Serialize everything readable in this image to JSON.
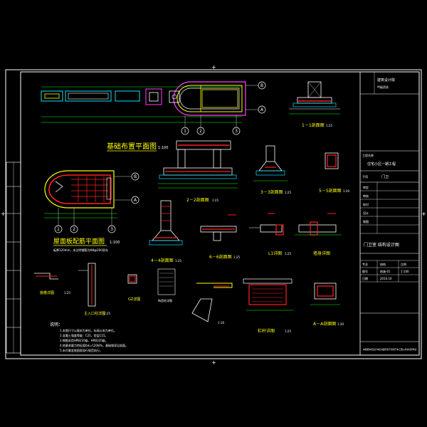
{
  "colors": {
    "background": "#000000",
    "frame": "#ffffff",
    "wall": "#ff2020",
    "line": "#ffffff",
    "accent": "#ffff00",
    "grid": "#00ff00",
    "cyan": "#00e5ff",
    "magenta": "#ff40ff",
    "title_text": "#ffff00"
  },
  "plan_titles": {
    "foundation_plan": "基础布置平面图",
    "foundation_scale": "1:100",
    "roof_plan": "屋面板配筋平面图",
    "roof_scale": "1:100",
    "roof_note_1": "板厚120mm，未注明钢筋为Φ8@200双向"
  },
  "axis_labels": {
    "a_top": "B",
    "b_top": "A",
    "c1": "1",
    "c2": "2",
    "c3": "3",
    "r_b": "B",
    "r_a": "A",
    "r1": "1",
    "r2": "2",
    "r3": "3"
  },
  "sections": {
    "s11": "1－1剖面图",
    "s22": "2－2剖面图",
    "s33": "3－3剖面图",
    "s44": "4－4剖面图",
    "s55": "5－5剖面图",
    "s66": "6－6剖面图",
    "sL1": "L1详图",
    "sWall": "墙身详图",
    "sAA": "A－A剖面图",
    "sGZ": "GZ详图",
    "sGZ2": "构造柱详图",
    "sBalcony": "挑檐详图",
    "sRail": "栏杆详图",
    "sPost": "主入口柱详图",
    "s_scale_25": "1:25",
    "s_scale_30": "1:30",
    "s_scale_20": "1:20",
    "s_scale_10": "1:10",
    "s_scale_100": "1:100"
  },
  "notes": {
    "heading": "说明：",
    "n1": "1.本图尺寸以毫米为单位，标高以米为单位。",
    "n2": "2.混凝土强度等级：C25，垫层C15。",
    "n3": "3.钢筋采用HPB235级、HRB335级。",
    "n4": "4.地基承载力特征值fak=120kPa，基础埋深见剖面。",
    "n5": "5.未尽事宜按国家现行规范执行。"
  },
  "title_block": {
    "company": "建筑设计院",
    "cert": "甲级资质",
    "project_label": "工程名称",
    "project": "住宅小区一期工程",
    "sub_label": "子项",
    "sub": "门卫",
    "roles": [
      "审定",
      "审核",
      "校对",
      "设计",
      "制图"
    ],
    "drawing_title": "门卫室 结构设计图",
    "drawing_no_label": "图号",
    "drawing_no": "结施-01",
    "date_label": "日期",
    "date": "2010.10",
    "scale_label": "比例",
    "scale": "1:100",
    "sheet_label": "专业",
    "sheet": "结构",
    "footer": "本图纸未经设计单位书面同意不得用于本工程以外的任何场合"
  },
  "marks": {
    "top_center": "+",
    "left_center": "+",
    "right_center": "+",
    "bottom_center": "+"
  }
}
